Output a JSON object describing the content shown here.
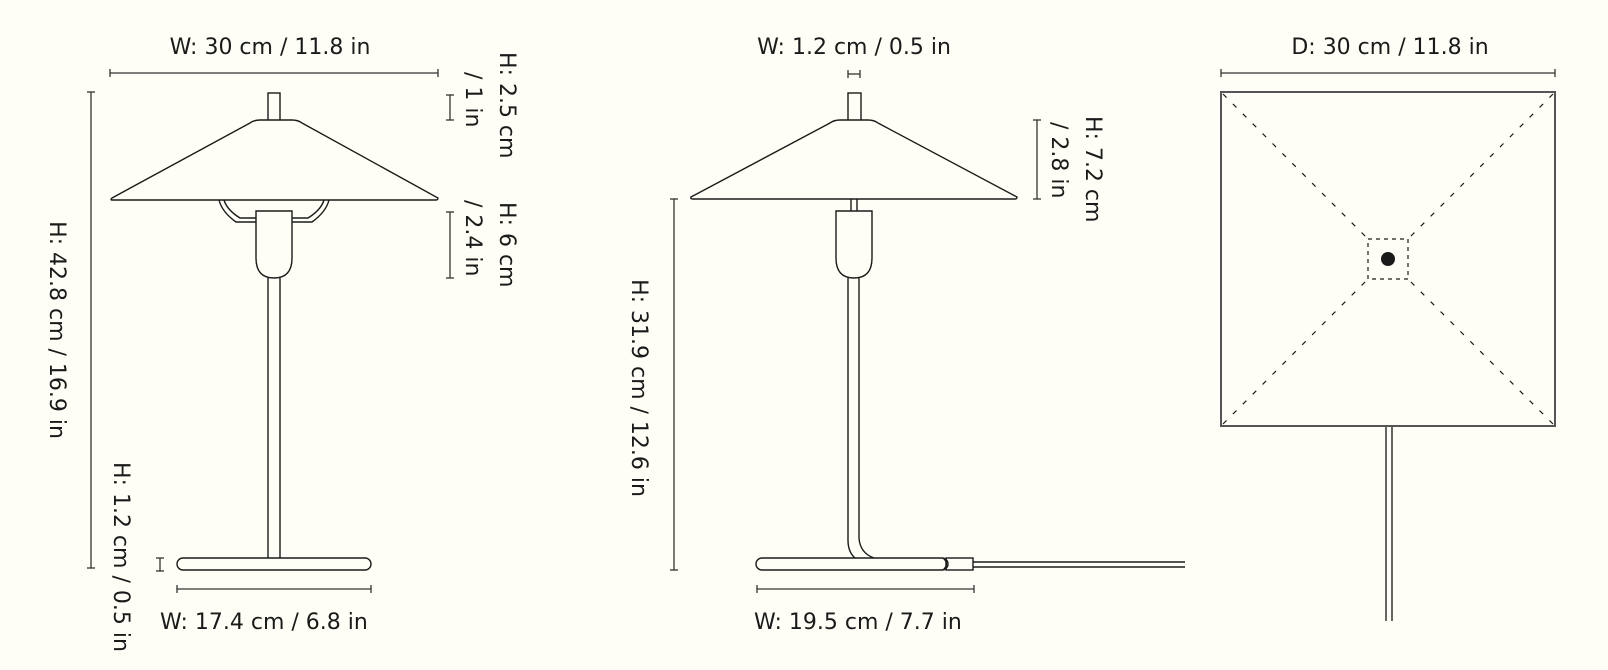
{
  "colors": {
    "background": "#FEFEF6",
    "line": "#1a1a1a"
  },
  "front_view": {
    "shade_width": "W: 30 cm / 11.8 in",
    "total_height": "H: 42.8 cm / 16.9 in",
    "top_knob_height_cm": "H: 2.5 cm",
    "top_knob_height_in": "/ 1 in",
    "socket_height_cm": "H: 6 cm",
    "socket_height_in": "/ 2.4 in",
    "base_height": "H: 1.2 cm / 0.5 in",
    "base_width": "W: 17.4 cm / 6.8 in"
  },
  "side_view": {
    "knob_width": "W: 1.2 cm / 0.5 in",
    "shade_height_cm": "H: 7.2 cm",
    "shade_height_in": "/ 2.8 in",
    "stem_height": "H: 31.9 cm / 12.6 in",
    "base_width": "W: 19.5 cm / 7.7 in"
  },
  "top_view": {
    "depth": "D: 30 cm / 11.8 in"
  }
}
